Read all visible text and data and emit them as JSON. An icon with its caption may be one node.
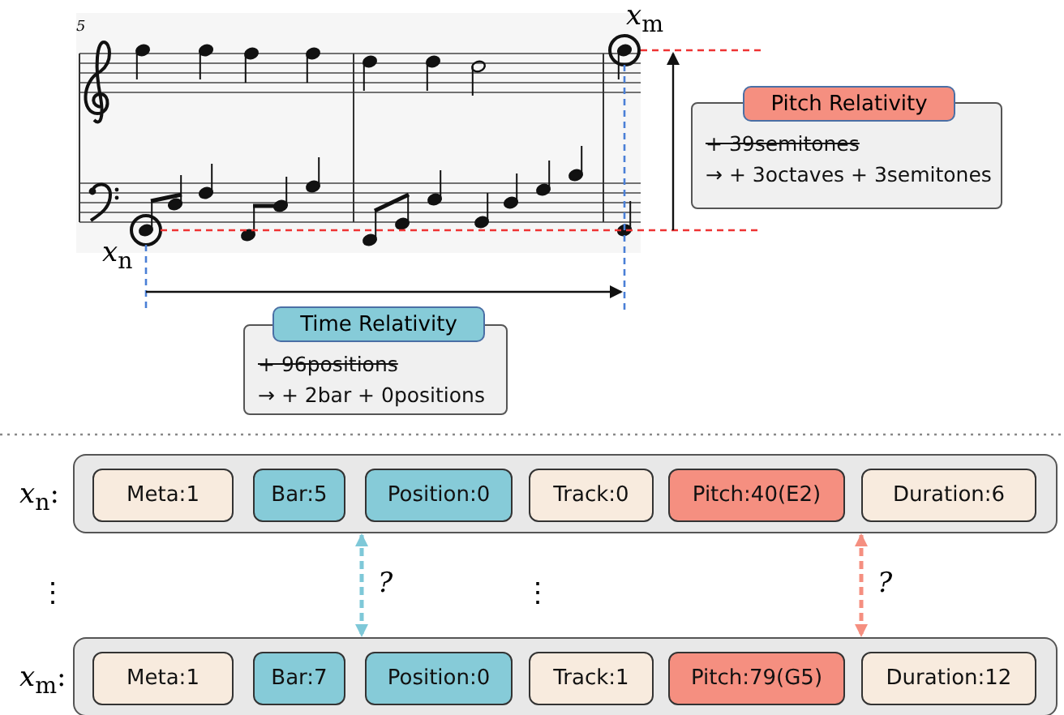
{
  "diagram": {
    "nodes": [
      {
        "text": [
          "Time Relativity",
          "+ 96positions",
          "→ + 2bar + 0positions"
        ]
      },
      {
        "text": [
          "Pitch Relativity",
          "+ 39semitones",
          "→ + 3octaves + 3semitones"
        ]
      },
      {
        "text": [],
        "shape": "box",
        "beside": [
          "*x*$_{n}$:"
        ]
      },
      {
        "text": [
          "Meta:1"
        ],
        "in": 2
      },
      {
        "text": [
          "Bar:5"
        ],
        "in": 2
      },
      {
        "text": [
          "Position:0"
        ],
        "in": 2
      },
      {
        "text": [
          "Track:0"
        ],
        "in": 2
      },
      {
        "text": [
          "Pitch:40(E2)"
        ],
        "in": 2
      },
      {
        "text": [
          "Duration:6"
        ],
        "in": 2
      },
      {
        "text": [],
        "shape": "box",
        "beside": [
          "*x*$_{m}$:"
        ]
      },
      {
        "text": [
          "Meta:1"
        ],
        "in": 9
      },
      {
        "text": [
          "Bar:7"
        ],
        "in": 9
      },
      {
        "text": [
          "Position:0"
        ],
        "in": 9
      },
      {
        "text": [
          "Track:1"
        ],
        "in": 9
      },
      {
        "text": [
          "Pitch:79(G5)"
        ],
        "in": 9
      },
      {
        "text": [
          "Duration:12"
        ],
        "in": 9
      }
    ],
    "edges": [
      {
        "from": 4,
        "to": 11,
        "arrow": "both",
        "label": "?",
        "style": "dashed",
        "color": "#7ec8d8"
      },
      {
        "from": 7,
        "to": 14,
        "arrow": "both",
        "label": "?",
        "style": "dashed",
        "color": "#f58f80"
      }
    ],
    "labels": [
      "5",
      "*x*$_{m}$",
      "*x*$_{n}$",
      "⋮",
      "⋮"
    ]
  }
}
